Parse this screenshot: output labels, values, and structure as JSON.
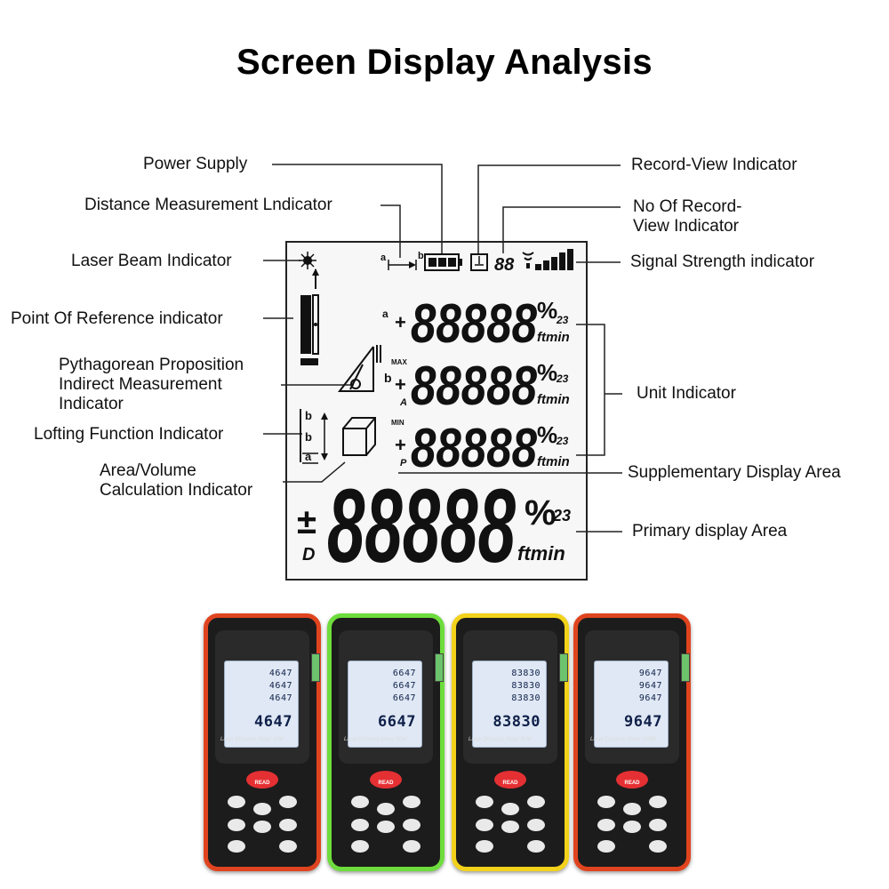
{
  "title": "Screen Display Analysis",
  "labels": {
    "power_supply": "Power Supply",
    "distance_indicator": "Distance Measurement Lndicator",
    "laser_beam": "Laser Beam Indicator",
    "point_of_reference": "Point Of Reference indicator",
    "pythagorean": "Pythagorean Proposition\nIndirect Measurement\nIndicator",
    "lofting": "Lofting Function Indicator",
    "area_volume": "Area/Volume\nCalculation Indicator",
    "record_view": "Record-View Indicator",
    "no_of_record": "No Of Record-\nView Indicator",
    "signal_strength": "Signal Strength indicator",
    "unit_indicator": "Unit Indicator",
    "supplementary": "Supplementary Display Area",
    "primary": "Primary display Area"
  },
  "lcd": {
    "digits": "88888",
    "rec_digits": "88",
    "unit_ftmin": "ftmin",
    "percent": "%",
    "exp": "23",
    "a": "a",
    "b": "b",
    "max": "MAX",
    "min": "MIN",
    "A": "A",
    "P": "P",
    "D": "D",
    "plus": "+",
    "pm": "±"
  },
  "devices": [
    {
      "body_color": "#e0441f",
      "rows": [
        "4647",
        "4647",
        "4647"
      ],
      "main": "4647",
      "model": "Laser Distance Meter 40M",
      "read": "READ"
    },
    {
      "body_color": "#6ddc3c",
      "rows": [
        "6647",
        "6647",
        "6647"
      ],
      "main": "6647",
      "model": "Laser Distance Meter 60M",
      "read": "READ"
    },
    {
      "body_color": "#f2d21a",
      "rows": [
        "83830",
        "83830",
        "83830"
      ],
      "main": "83830",
      "model": "Laser Distance Meter 80M",
      "read": "READ"
    },
    {
      "body_color": "#e0441f",
      "rows": [
        "9647",
        "9647",
        "9647"
      ],
      "main": "9647",
      "model": "Laser Distance Meter 100M",
      "read": "READ"
    }
  ]
}
